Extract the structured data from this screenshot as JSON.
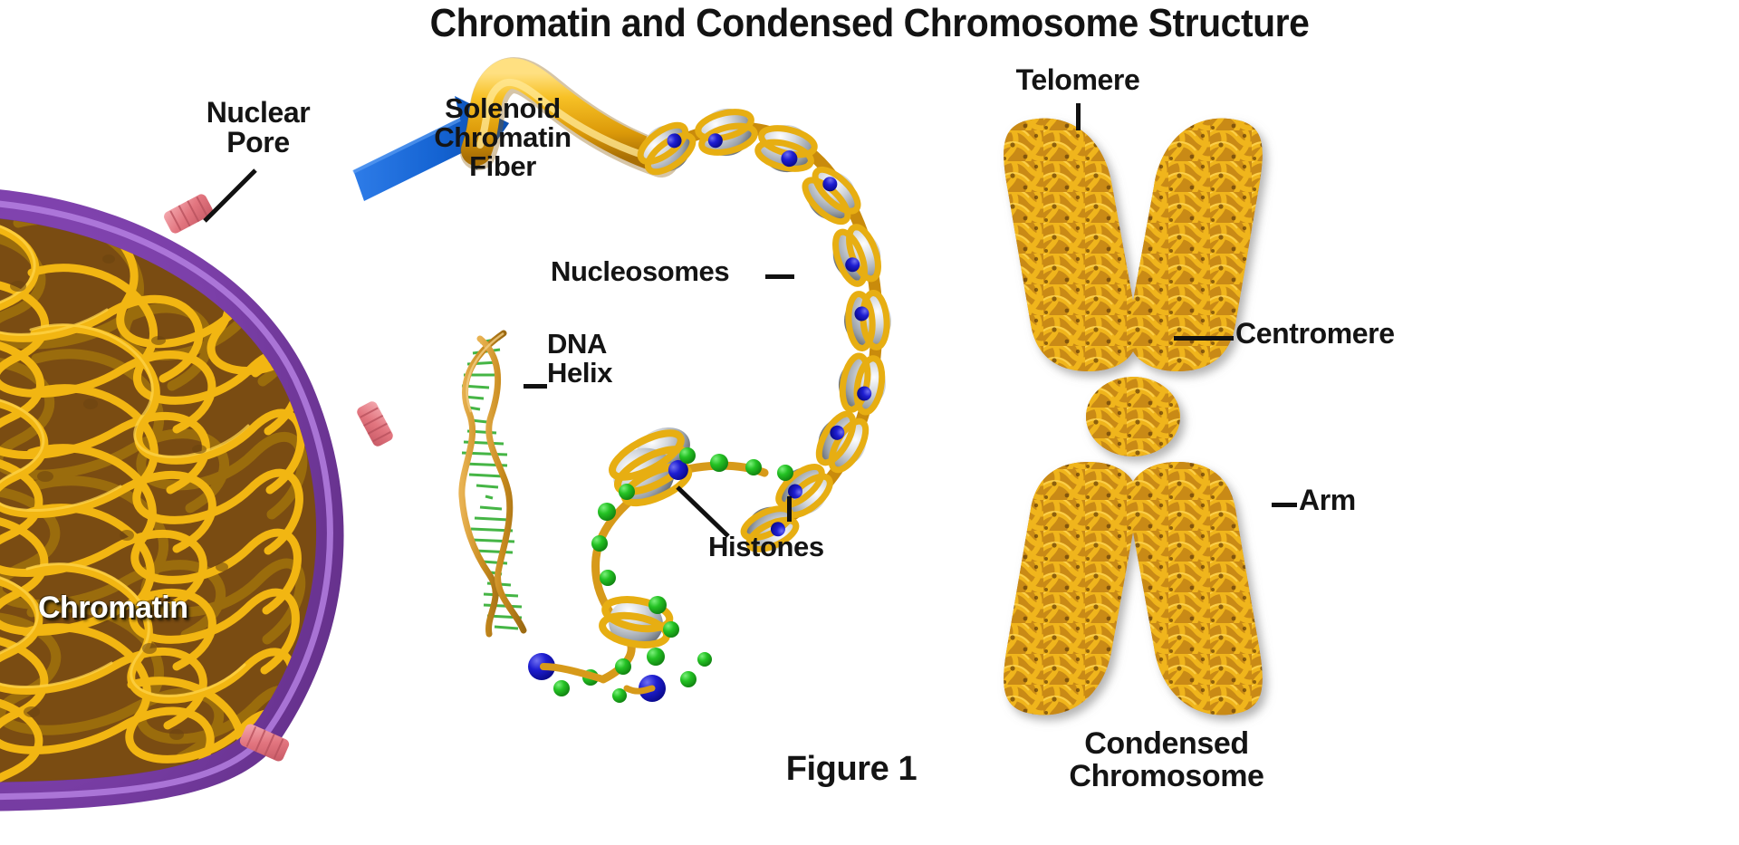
{
  "figure": {
    "title": "Chromatin and Condensed Chromosome Structure",
    "caption": "Figure 1"
  },
  "colors": {
    "chromatin_gold": "#F0B510",
    "chromatin_gold_dark": "#A8780A",
    "nuclear_membrane_purple": "#7B3FA8",
    "nuclear_membrane_light": "#A269CF",
    "nuclear_pore_pink": "#E78A92",
    "arrow_blue": "#1463D2",
    "histone_silver": "#C9CDD2",
    "histone_blue_dot": "#1616C8",
    "histone_green_dot": "#22C322",
    "dna_backbone_orange": "#D89A30",
    "dna_rung_green": "#3CB23C",
    "chromosome_gold": "#E0A312",
    "text_black": "#141414",
    "label_white": "#FFFFFF",
    "background": "#FFFFFF"
  },
  "nucleus": {
    "chromatin_label": "Chromatin",
    "nuclear_pore_label": "Nuclear\nPore",
    "pore_count": 3
  },
  "middle": {
    "solenoid_label": "Solenoid\nChromatin\nFiber",
    "nucleosomes_label": "Nucleosomes",
    "dna_helix_label": "DNA\nHelix",
    "histones_label": "Histones"
  },
  "chromosome": {
    "telomere_label": "Telomere",
    "centromere_label": "Centromere",
    "arm_label": "Arm",
    "caption": "Condensed\nChromosome"
  },
  "chart_data": {
    "type": "diagram",
    "title": "Chromatin and Condensed Chromosome Structure",
    "panels": [
      {
        "name": "nucleus",
        "parts": [
          "Nuclear Pore",
          "Chromatin",
          "nuclear envelope"
        ]
      },
      {
        "name": "chromatin-unpacking",
        "parts": [
          "Solenoid Chromatin Fiber",
          "Nucleosomes",
          "DNA Helix",
          "Histones"
        ]
      },
      {
        "name": "condensed-chromosome",
        "parts": [
          "Telomere",
          "Centromere",
          "Arm"
        ]
      }
    ]
  }
}
